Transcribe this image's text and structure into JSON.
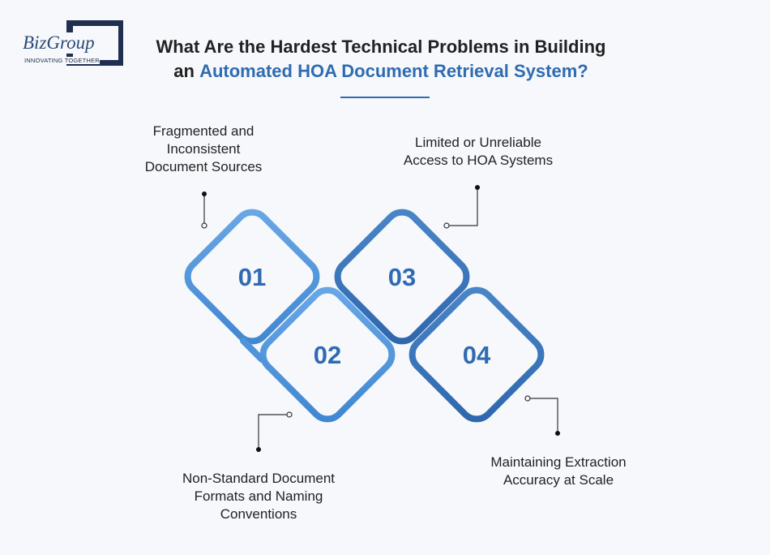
{
  "logo": {
    "brand": "BizGroup",
    "tagline": "INNOVATING TOGETHER"
  },
  "title": {
    "line1": "What Are the Hardest Technical Problems in Building",
    "line2_prefix": "an ",
    "line2_highlight": "Automated HOA Document Retrieval System?"
  },
  "items": [
    {
      "number": "01",
      "label": "Fragmented and\nInconsistent\nDocument Sources"
    },
    {
      "number": "02",
      "label": "Non-Standard Document\nFormats and Naming\nConventions"
    },
    {
      "number": "03",
      "label": "Limited or Unreliable\nAccess to HOA Systems"
    },
    {
      "number": "04",
      "label": "Maintaining Extraction\nAccuracy at Scale"
    }
  ],
  "colors": {
    "accent": "#2f6bb2",
    "light_blue": "#4f93da",
    "dark_blue": "#1e2f4f",
    "background": "#f6f8fb"
  }
}
